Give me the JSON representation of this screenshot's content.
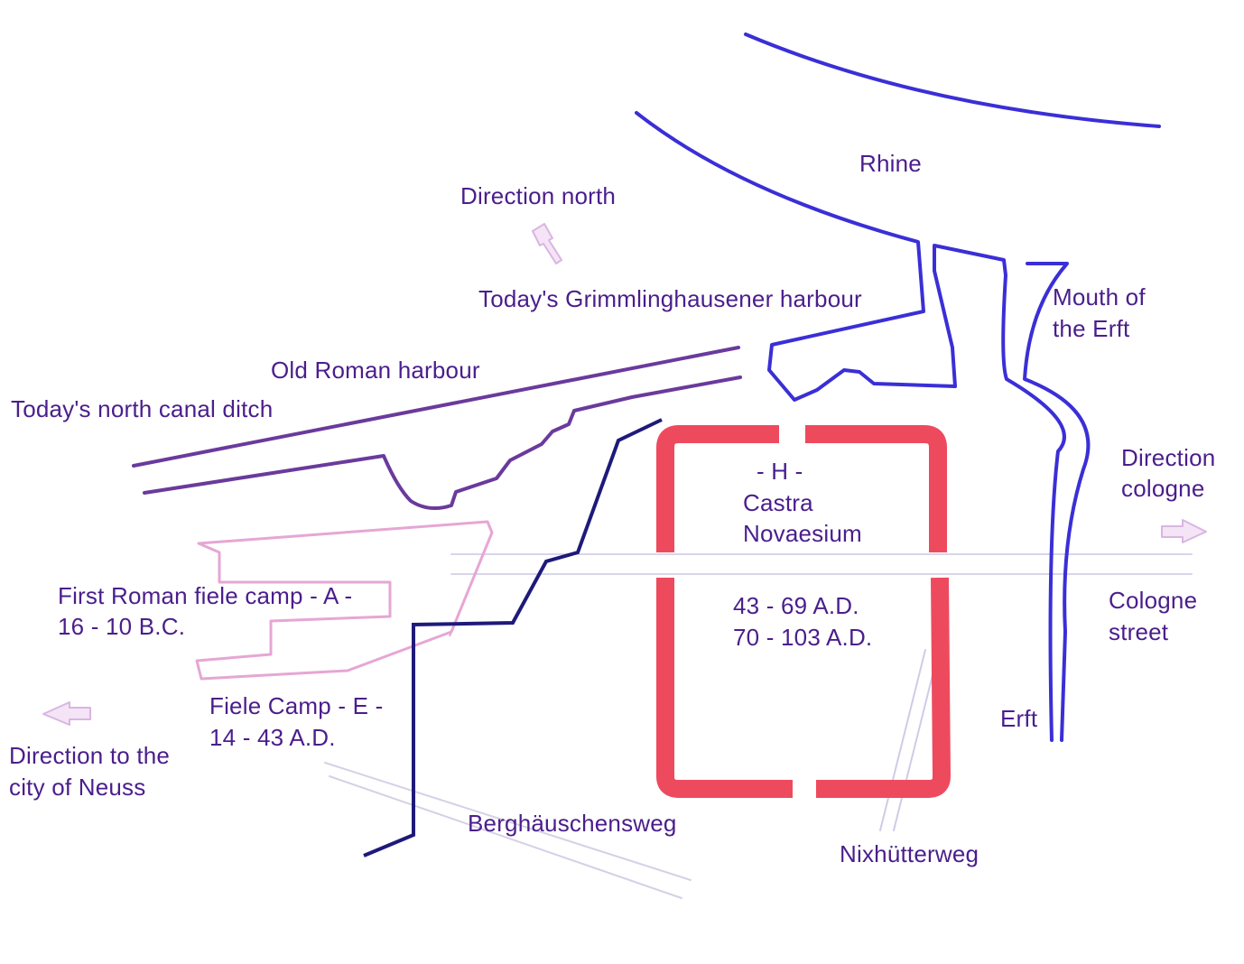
{
  "colors": {
    "label": "#4a1e8c",
    "river": "#3a2fd6",
    "road_dark": "#1e1a7a",
    "canal": "#6a3a9c",
    "fort": "#ee4a5e",
    "camp": "#e6a6d4",
    "street_faint": "#cfcbe6"
  },
  "icons": {
    "north_arrow": "arrow-up-icon",
    "cologne_arrow": "arrow-right-icon",
    "neuss_arrow": "arrow-left-icon"
  },
  "labels": {
    "rhine": "Rhine",
    "direction_north": "Direction north",
    "grimmlinghausen_harbour": "Today's Grimmlinghausener harbour",
    "mouth_erft_line1": "Mouth of",
    "mouth_erft_line2": "the Erft",
    "old_roman_harbour": "Old Roman harbour",
    "north_canal": "Today's north canal ditch",
    "direction_cologne_line1": "Direction",
    "direction_cologne_line2": "cologne",
    "fort_line1": "- H -",
    "fort_line2": "Castra",
    "fort_line3": "Novaesium",
    "fort_date1": "43 - 69 A.D.",
    "fort_date2": "70 - 103 A.D.",
    "cologne_street_line1": "Cologne",
    "cologne_street_line2": "street",
    "camp_a_line1": "First Roman fiele camp - A -",
    "camp_a_line2": "16 - 10  B.C.",
    "camp_e_line1": "Fiele Camp - E -",
    "camp_e_line2": "14 - 43 A.D.",
    "erft": "Erft",
    "neuss_line1": "Direction to the",
    "neuss_line2": "city of Neuss",
    "berghaeuschensweg": "Berghäuschensweg",
    "nixhuetterweg": "Nixhütterweg"
  }
}
